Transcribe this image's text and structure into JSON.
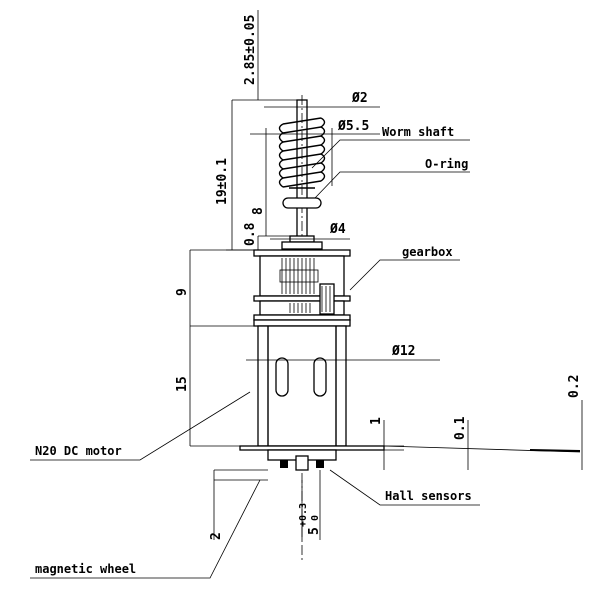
{
  "dimensions": {
    "shaft_top": "2.85±0.05",
    "shaft_dia": "Ø2",
    "worm_dia": "Ø5.5",
    "shaft_length": "19±0.1",
    "worm_length": "8",
    "collar_height": "0.8",
    "collar_dia": "Ø4",
    "gearbox_height": "9",
    "motor_dia": "Ø12",
    "motor_height": "15",
    "flange_height": "1",
    "sensor_gap": "0.1",
    "pcb_thickness": "0.2",
    "sensor_offset": "5",
    "sensor_offset_sup": "+0.3",
    "sensor_offset_sub": "0",
    "wheel_height": "2"
  },
  "labels": {
    "worm_shaft": "Worm shaft",
    "o_ring": "O-ring",
    "gearbox": "gearbox",
    "motor": "N20 DC motor",
    "hall_sensors": "Hall sensors",
    "magnetic_wheel": "magnetic wheel"
  }
}
